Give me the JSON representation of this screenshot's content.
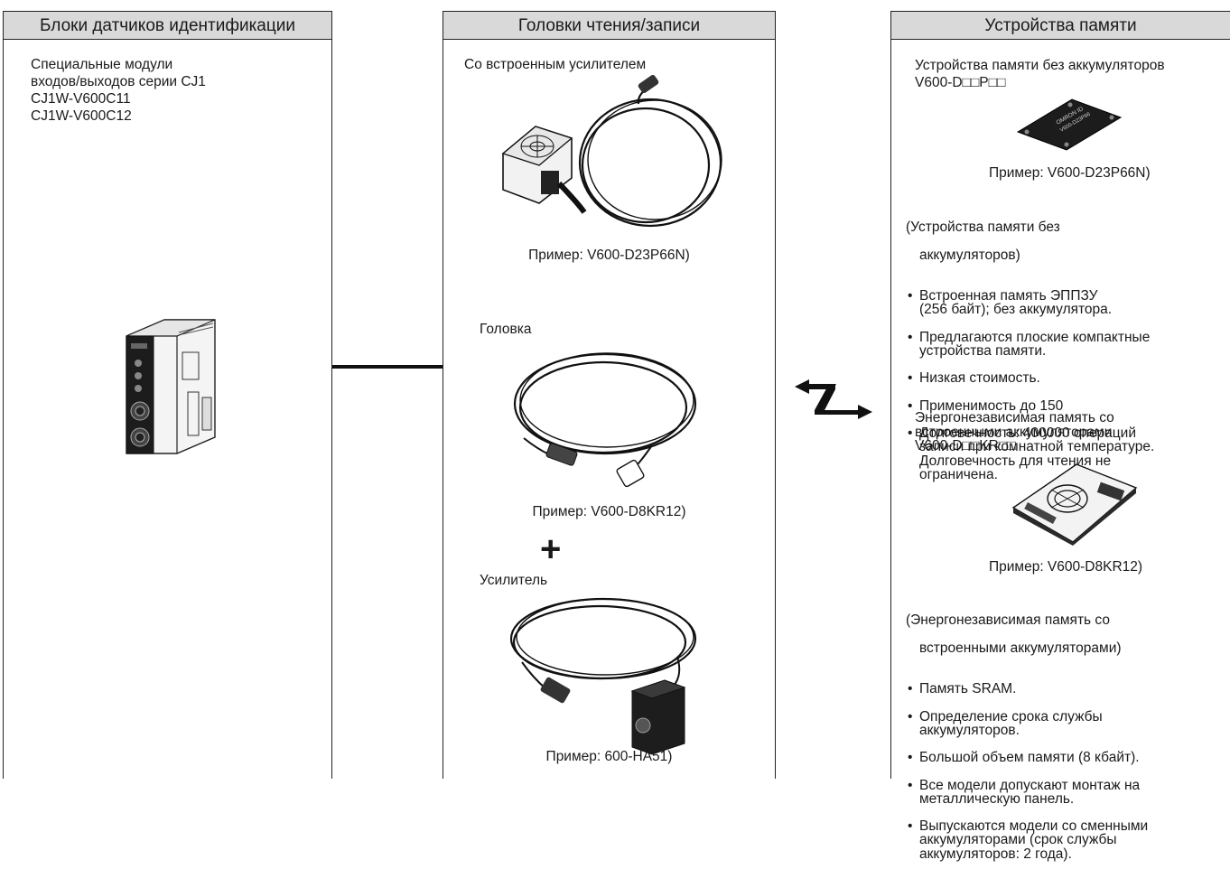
{
  "columns": {
    "id_sensor_units": {
      "header": "Блоки датчиков идентификации",
      "description": "Специальные модули\nвходов/выходов серии CJ1\nCJ1W-V600C11\nCJ1W-V600C12"
    },
    "rw_heads": {
      "header": "Головки чтения/записи",
      "section1_label": "Со встроенным усилителем",
      "section1_caption": "Пример: V600-D23P66N)",
      "section2_label": "Головка",
      "section2_caption": "Пример: V600-D8KR12)",
      "plus_sign": "+",
      "section3_label": "Усилитель",
      "section3_caption": "Пример: 600-HA51)"
    },
    "memory_devices": {
      "header": "Устройства памяти",
      "battery_free_title": "Устройства памяти без аккумуляторов\nV600-D□□P□□",
      "battery_free_caption": "Пример: V600-D23P66N)",
      "battery_free_intro_1": "(Устройства памяти без",
      "battery_free_intro_2": "аккумуляторов)",
      "battery_free_bullets": [
        "Встроенная память ЭППЗУ\n(256 байт); без аккумулятора.",
        "Предлагаются плоские компактные\nустройства памяти.",
        "Низкая стоимость.",
        "Применимость до 150",
        "Долговечность: 400000 операций\nзаписи при комнатной температуре.\nДолговечность для чтения не\nограничена."
      ],
      "battery_title": "Энергонезависимая память со\nвстроенными аккумуляторами\nV600-D□□KR□□",
      "battery_caption": "Пример: V600-D8KR12)",
      "battery_intro_1": "(Энергонезависимая память со",
      "battery_intro_2": "встроенными аккумуляторами)",
      "battery_bullets": [
        "Память SRAM.",
        "Определение срока службы\nаккумуляторов.",
        "Большой объем памяти (8 кбайт).",
        "Все модели допускают монтаж на\nметаллическую панель.",
        "Выпускаются модели со сменными\nаккумуляторами (срок службы\nаккумуляторов: 2 года)."
      ]
    }
  },
  "chip_labels": {
    "tag1_line1": "OMRON ID",
    "tag1_line2": "V600-D23P66"
  },
  "colors": {
    "header_bg": "#d9d9d9",
    "line": "#111111",
    "body": "#1a1a1a"
  }
}
